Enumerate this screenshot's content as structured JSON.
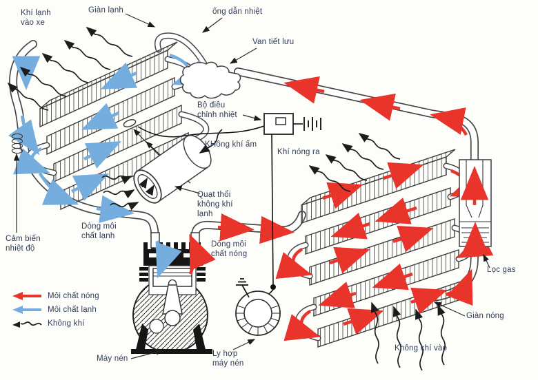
{
  "colors": {
    "hot": "#e8342a",
    "cold": "#75aede",
    "air": "#1c1c1c",
    "text": "#2f3b57",
    "paper": "#fdfdfa"
  },
  "labels": {
    "cold_air_to_car": "Khí lạnh\nvào xe",
    "evaporator": "Giàn lạnh",
    "heat_pipe": "ống dẫn nhiệt",
    "expansion_valve": "Van tiết lưu",
    "thermostat": "Bộ điều\nchỉnh nhiệt",
    "warm_air": "KHông khí ấm",
    "hot_air_out": "Khí nóng ra",
    "blower": "Quạt thổi\nkhông khí\nlạnh",
    "cold_refrigerant_flow": "Dòng môi\nchất lạnh",
    "hot_refrigerant_flow": "Dòng môi\nchất nóng",
    "temperature_sensor": "Cảm biến\nnhiệt độ",
    "compressor": "Máy nén",
    "compressor_clutch": "Ly hợp\nmáy nén",
    "condenser": "Giàn nóng",
    "air_in": "Không khí vào",
    "receiver_drier": "Lọc gas"
  },
  "legend": {
    "items": [
      {
        "icon": "hot-arrow",
        "label": "Môi chất nóng",
        "color": "#e8342a"
      },
      {
        "icon": "cold-arrow",
        "label": "Môi chất lạnh",
        "color": "#75aede"
      },
      {
        "icon": "air-arrow",
        "label": "Không khí",
        "color": "#1c1c1c"
      }
    ]
  }
}
